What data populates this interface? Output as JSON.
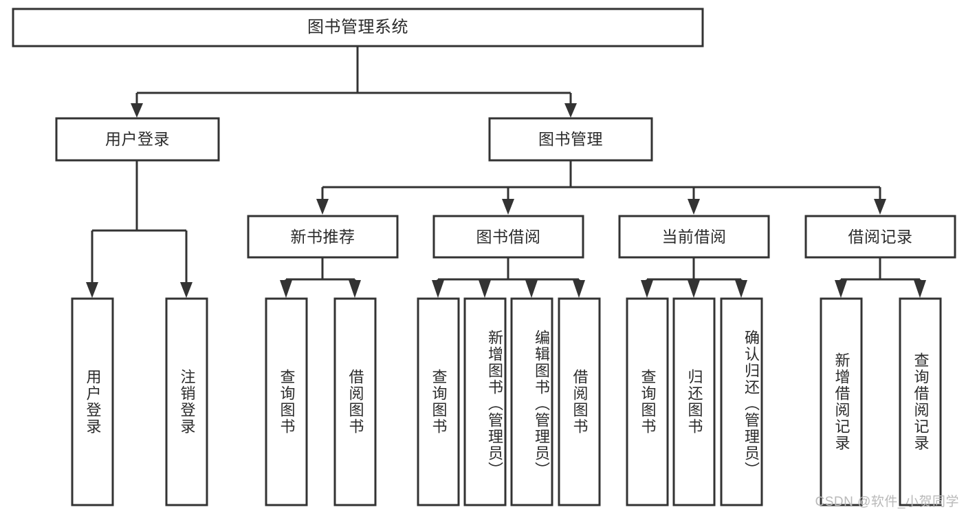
{
  "diagram": {
    "type": "tree",
    "title": "图书管理系统",
    "watermark": "CSDN @软件_小贺同学",
    "colors": {
      "box_stroke": "#333333",
      "box_fill": "#ffffff",
      "text": "#2b2b2b",
      "background": "#ffffff",
      "watermark": "#b9b9b9"
    },
    "root": {
      "label": "图书管理系统"
    },
    "level2": [
      {
        "label": "用户登录"
      },
      {
        "label": "图书管理"
      }
    ],
    "level3": [
      {
        "label": "新书推荐"
      },
      {
        "label": "图书借阅"
      },
      {
        "label": "当前借阅"
      },
      {
        "label": "借阅记录"
      }
    ],
    "leaves_user_login": [
      {
        "label": "用户登录"
      },
      {
        "label": "注销登录"
      }
    ],
    "leaves_new_book": [
      {
        "label": "查询图书"
      },
      {
        "label": "借阅图书"
      }
    ],
    "leaves_borrow": [
      {
        "label": "查询图书"
      },
      {
        "label": "新增图书（管理员）"
      },
      {
        "label": "编辑图书（管理员）"
      },
      {
        "label": "借阅图书"
      }
    ],
    "leaves_current": [
      {
        "label": "查询图书"
      },
      {
        "label": "归还图书"
      },
      {
        "label": "确认归还（管理员）"
      }
    ],
    "leaves_records": [
      {
        "label": "新增借阅记录"
      },
      {
        "label": "查询借阅记录"
      }
    ]
  }
}
